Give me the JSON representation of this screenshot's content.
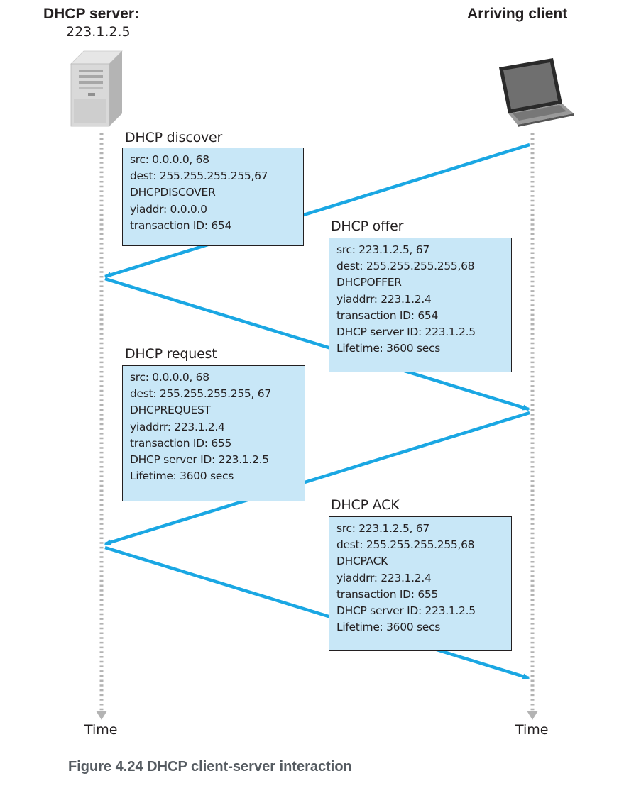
{
  "server": {
    "title": "DHCP server:",
    "address": "223.1.2.5"
  },
  "client": {
    "title": "Arriving client"
  },
  "time_label": "Time",
  "messages": [
    {
      "title": "DHCP discover",
      "lines": [
        "src: 0.0.0.0, 68",
        "dest: 255.255.255.255,67",
        "DHCPDISCOVER",
        "yiaddr: 0.0.0.0",
        "transaction ID: 654"
      ]
    },
    {
      "title": "DHCP offer",
      "lines": [
        "src: 223.1.2.5, 67",
        "dest: 255.255.255.255,68",
        "DHCPOFFER",
        "yiaddrr: 223.1.2.4",
        "transaction ID: 654",
        "DHCP server ID: 223.1.2.5",
        "Lifetime: 3600 secs"
      ]
    },
    {
      "title": "DHCP request",
      "lines": [
        "src: 0.0.0.0, 68",
        "dest: 255.255.255.255, 67",
        "DHCPREQUEST",
        "yiaddrr: 223.1.2.4",
        "transaction ID: 655",
        "DHCP server ID: 223.1.2.5",
        "Lifetime: 3600 secs"
      ]
    },
    {
      "title": "DHCP ACK",
      "lines": [
        "src: 223.1.2.5, 67",
        "dest: 255.255.255.255,68",
        "DHCPACK",
        "yiaddrr: 223.1.2.4",
        "transaction ID: 655",
        "DHCP server ID: 223.1.2.5",
        "Lifetime: 3600 secs"
      ]
    }
  ],
  "caption": "Figure 4.24 DHCP client-server interaction",
  "colors": {
    "arrow": "#1aa7e3",
    "box_fill": "#c8e7f7",
    "timeline": "#b3b3b3",
    "caption": "#555b61"
  },
  "icons": {
    "server": "server-tower-icon",
    "client": "laptop-icon"
  }
}
